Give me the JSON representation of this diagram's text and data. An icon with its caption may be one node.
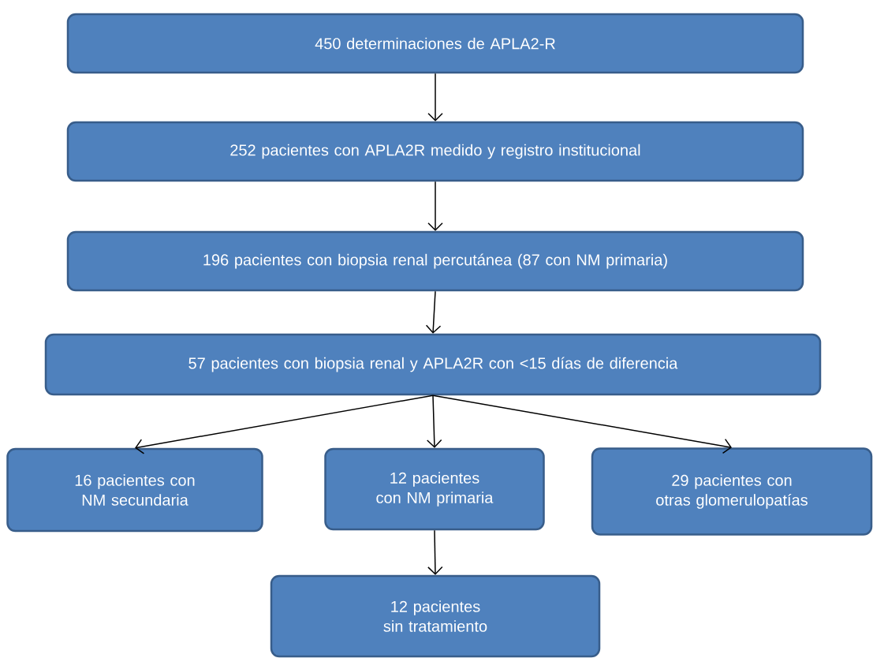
{
  "diagram": {
    "nodes": [
      {
        "text": [
          "450 determinaciones de APLA2-R"
        ]
      },
      {
        "text": [
          "252 pacientes con APLA2R medido y registro institucional"
        ]
      },
      {
        "text": [
          "196 pacientes con biopsia renal percutánea (87 con NM primaria)"
        ]
      },
      {
        "text": [
          "57 pacientes con biopsia renal y APLA2R con <15 días de diferencia"
        ]
      },
      {
        "text": [
          "16 pacientes con NM secundaria"
        ]
      },
      {
        "text": [
          "12 pacientes con NM primaria"
        ]
      },
      {
        "text": [
          "29 pacientes con otras glomerulopatías"
        ]
      },
      {
        "text": [
          "12 pacientes sin tratamiento"
        ]
      }
    ],
    "edges": [
      {
        "from": 0,
        "to": 1,
        "arrow": "to"
      },
      {
        "from": 1,
        "to": 2,
        "arrow": "to"
      },
      {
        "from": 2,
        "to": 3,
        "arrow": "to"
      },
      {
        "from": 3,
        "to": 4,
        "arrow": "to"
      },
      {
        "from": 3,
        "to": 5,
        "arrow": "to"
      },
      {
        "from": 3,
        "to": 6,
        "arrow": "to"
      },
      {
        "from": 5,
        "to": 7,
        "arrow": "to"
      }
    ]
  }
}
